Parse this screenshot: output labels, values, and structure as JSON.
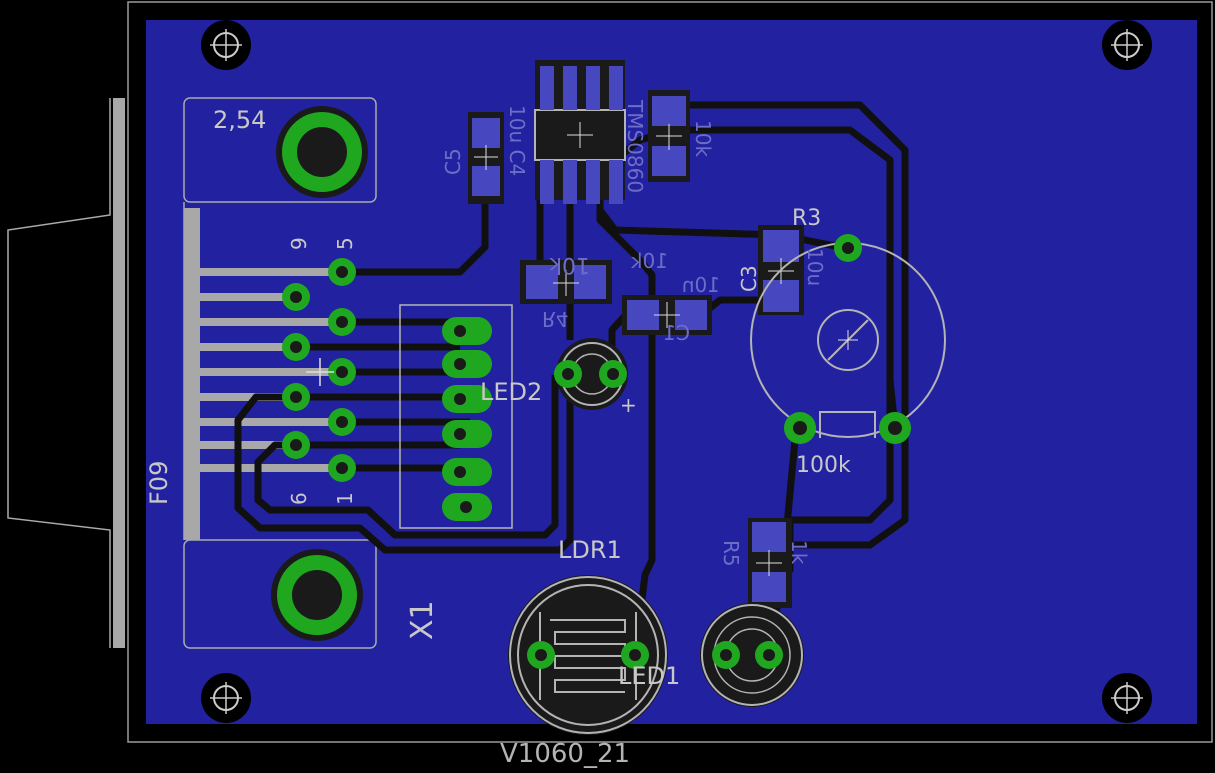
{
  "board": {
    "board_name": "V1060_21",
    "colors": {
      "background": "#000000",
      "copper_pour": "#2222a0",
      "trace": "#101010",
      "pad_green": "#1fa81f",
      "smd_pad": "#4747c0",
      "silkscreen": "#c8c8c8"
    }
  },
  "labels": {
    "spacing": "2,54",
    "c5": "C5",
    "c4": "10u C4",
    "ic": "TMS0860",
    "r_top": "10k",
    "r4_value": "10k",
    "r4_name": "R4",
    "c1_value": "10n",
    "c1_name": "C1",
    "r3": "R3",
    "c3": "C3",
    "c3_value": "10u",
    "pot_value": "100k",
    "led2": "LED2",
    "plus": "+",
    "ldr1": "LDR1",
    "led1": "LED1",
    "r5": "R5",
    "r5_value": "1k",
    "connector": "F09",
    "connector_ref": "X1",
    "pin9": "9",
    "pin5": "5",
    "pin6": "6",
    "pin1": "1"
  }
}
